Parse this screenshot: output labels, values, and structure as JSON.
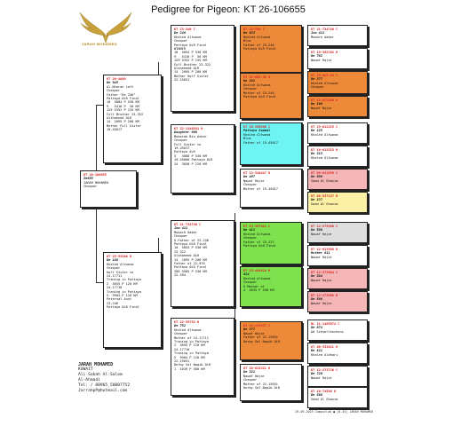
{
  "title": {
    "prefix": "Pedigree for Pigeon:",
    "ring": "KT  26-106655"
  },
  "logo": {
    "text": "JARAH MOHAMED"
  },
  "subject": {
    "ring": "KT  26-106655",
    "name": "Ze655",
    "lines": [
      "JARAH MOHAMED",
      "Chequer"
    ]
  },
  "parents": [
    {
      "ring": "KT  26-4040",
      "name": "De 945",
      "lines": [
        "Al-Nimran Loft",
        "Chequer",
        "Father \"De 246\"",
        "Pattaya OLR Final",
        "10  5084 P 530 KM",
        "9   5416 P  50 KM",
        "129 5352 P 155 KM",
        "Full Brother 23-322",
        "Alshaheed OLR",
        "14  2095 P 200 KM",
        "Mother Full Sister",
        "19-45017"
      ]
    },
    {
      "ring": "KT  25-55186 H",
      "name": "De 188",
      "lines": [
        "Khaled Altwasm",
        "Chequer",
        "",
        "Half Sister to",
        "24-17711",
        "Traning in Pattaya",
        "2  5055 P 120 KM",
        "24-17710",
        "Traning in Pattaya",
        "5  9904 P 120 KM",
        "Paternal Aunt",
        "23-246",
        "Pattaya OLR Final"
      ]
    }
  ],
  "grandparents": [
    {
      "ring": "KT  23-246 C",
      "name": "De 246",
      "lines": [
        "Khaled Altwasm",
        "Chequer",
        "Pattaya OLR Final",
        "WINNER",
        "10  5054 P 530 KM",
        "9   5416 P  50 KM",
        "129 5352 P 155 KM",
        "Full Brother 23-322",
        "Alshaheed OLR",
        "14  2095 P 200 KM",
        "Mother Half Sister",
        "22-15651"
      ]
    },
    {
      "ring": "KT  22-1140541 H",
      "name": "Daughter 966",
      "lines": [
        "Mubarak Bin Askar",
        "Chequer",
        "Full Sister to",
        "19-45017",
        "Pattaya OLR",
        "5   3080 P 530 KM",
        "19-45000 Pattaya OLR",
        "24  3050 P 220 KM"
      ]
    },
    {
      "ring": "KT  21-734740 C",
      "name": "Jom 411",
      "lines": [
        "Mubark Aaker",
        "Chequer",
        "G.Father of 23-246",
        "Pattaya OLR Final",
        "10  5054 P 530 KM",
        "23-322",
        "Alshaheed OLR",
        "14  2095 P 200 KM",
        "Father of 22-976",
        "Pattaya OLR Final",
        "396 5505 P 530 KM",
        "22-594"
      ]
    },
    {
      "ring": "KT  22-55752 H",
      "name": "De 752",
      "lines": [
        "Khaled Altwasm",
        "Chequer",
        "Mother of 24-17711",
        "Traning in Pattaya",
        "2  5055 P 120 KM",
        "24-17710",
        "Traning in Pattaya",
        "5  9904 P 120 KM",
        "22-15651",
        "Derby Sal Nagib OLR",
        "1  1039 P 500 KM"
      ]
    }
  ],
  "great_grandparents": [
    {
      "ring": "KT  21-734740 C",
      "name": "Jom 411",
      "lines": [
        "Mubark Aaker"
      ],
      "color": "white"
    },
    {
      "ring": "KT  19-362762 H",
      "name": "De 762",
      "lines": [
        "Nawaf Hajar"
      ],
      "color": "white"
    },
    {
      "ring": "KT  23-622-43 Y",
      "name": "De 377",
      "lines": [
        "Khaled Altwasm",
        "Chequer"
      ],
      "color": "white"
    },
    {
      "ring": "KT  15-631100 H",
      "name": "De 100",
      "lines": [
        "Nawaf Hajar"
      ],
      "color": "white"
    },
    {
      "ring": "KT  15-612225 C",
      "name": "De 225",
      "lines": [
        "Khaled Altwasm"
      ],
      "color": "white"
    },
    {
      "ring": "KT  16-613315 H",
      "name": "De 315",
      "lines": [
        "Khaled Altwasm"
      ],
      "color": "white"
    },
    {
      "ring": "KT  09-611599 C",
      "name": "De 599",
      "lines": [
        "Saad Al Ghanim"
      ],
      "color": "pink"
    },
    {
      "ring": "KT  08-537137 H",
      "name": "De 137",
      "lines": [
        "Saad Al Ghanim"
      ],
      "color": "yellow"
    },
    {
      "ring": "KT  12-273560 C",
      "name": "De 560",
      "lines": [
        "Nawaf Hajar"
      ],
      "color": "gray"
    },
    {
      "ring": "KT  12-613908 H",
      "name": "Mother 611",
      "lines": [
        "Nawaf Hajar"
      ],
      "color": "white"
    },
    {
      "ring": "KT  12-273504 C",
      "name": "De 504",
      "lines": [
        "Nawaf Hajar"
      ],
      "color": "pink"
    },
    {
      "ring": "KT  12-273568 H",
      "name": "De 568",
      "lines": [
        "Nawaf Hajar"
      ],
      "color": "pink"
    },
    {
      "ring": "NL  11-1465074 C",
      "name": "De 074",
      "lines": [
        "Ad Schuerlenchens"
      ],
      "color": "white"
    },
    {
      "ring": "KT  08-533821 H",
      "name": "De 821",
      "lines": [
        "Khaled Aldhari"
      ],
      "color": "white"
    },
    {
      "ring": "KT  12-273726 C",
      "name": "De 726",
      "lines": [
        "Nawaf Hajar"
      ],
      "color": "white"
    },
    {
      "ring": "KT  10-74586 H",
      "name": "De 586",
      "lines": [
        "Saad Al Ghanim"
      ],
      "color": "white"
    }
  ],
  "ggp_pairs": [
    {
      "ring": "KT  23-246 C",
      "name": "De 823",
      "lines": [
        "Khaled Altwasm",
        "Blue",
        "Father of 23-246",
        "Pattaya OLR Final"
      ],
      "color": "orange"
    },
    {
      "ring": "KT  22-652-43 H",
      "name": "De 341",
      "lines": [
        "Khaled Altwasm",
        "Chequer",
        "Mother of 23-246",
        "Pattaya OLR Final"
      ],
      "color": "orange"
    },
    {
      "ring": "KT  18-250996 C",
      "name": "Pattaya Sepmal",
      "lines": [
        "Khaled Altwasm",
        "Blue",
        "Father of 19-45017"
      ],
      "color": "cyan"
    },
    {
      "ring": "KT  13-516447 H",
      "name": "De 497",
      "lines": [
        "Nawaf Hajar",
        "Chequer",
        "Mother of 19-45017"
      ],
      "color": "white"
    },
    {
      "ring": "KT  13-587011 C",
      "name": "De 411",
      "lines": [
        "Khaled Altwasm",
        "Chequer",
        "Father of 23-227",
        "Pattaya OLR Final"
      ],
      "color": "green"
    },
    {
      "ring": "KT  13-444924 H",
      "name": "924",
      "lines": [
        "Khaled Altwasm",
        "Chequer",
        "G.Mother of",
        "4  4035 P 530 KM"
      ],
      "color": "green"
    },
    {
      "ring": "KT  18-270377 C",
      "name": "De 377",
      "lines": [
        "Nawaf Hajar",
        "Father of 22-15651",
        "Derby Sal Nagib OLR"
      ],
      "color": "orange"
    },
    {
      "ring": "KT  16-613321 H",
      "name": "De 321",
      "lines": [
        "Nawaf Hajar",
        "Chequer",
        "Mother of 22-15651",
        "Derby Sal Nagib OLR"
      ],
      "color": "white"
    }
  ],
  "owner": {
    "name": "JARAH MOHAMED",
    "lines": [
      "KUWAIT",
      "Ali Sabah Al-Salem",
      "Al-Ahmadi",
      "Tel:  / 00965_50007752",
      "JarrahpP@hotmail.com"
    ]
  },
  "footer": "29-09-2025    Compuclub ● [0.45]    JARAH MOHAMED"
}
